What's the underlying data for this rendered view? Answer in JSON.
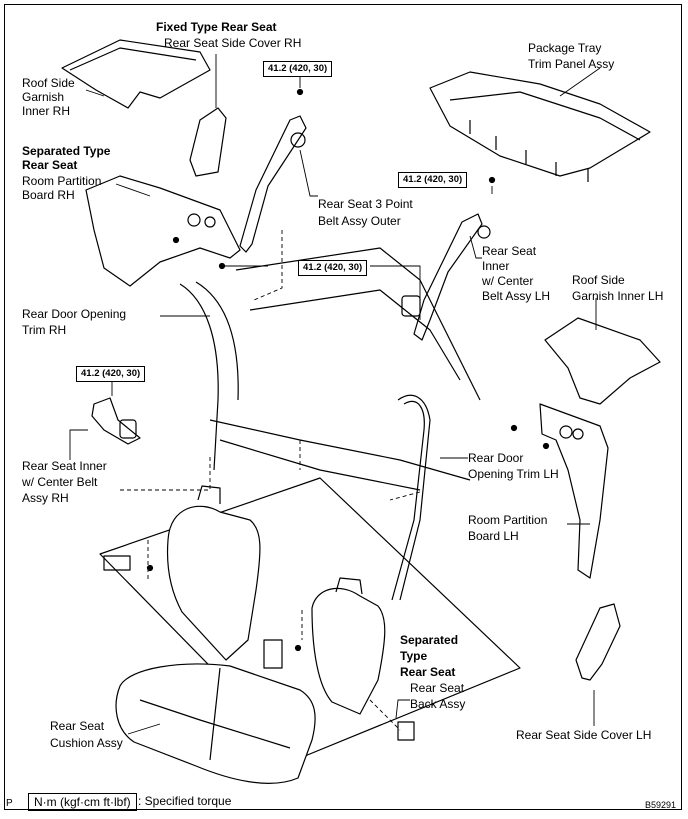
{
  "labels": {
    "roof_side_garnish_inner_rh": [
      "Roof Side",
      "Garnish",
      "Inner RH"
    ],
    "fixed_type_heading": "Fixed Type Rear Seat",
    "rear_seat_side_cover_rh": "Rear Seat Side Cover RH",
    "package_tray": [
      "Package Tray",
      "Trim Panel Assy"
    ],
    "separated_type_heading": [
      "Separated Type",
      "Rear Seat"
    ],
    "room_partition_board_rh": [
      "Room Partition",
      "Board RH"
    ],
    "rear_seat_3point_belt": [
      "Rear Seat 3 Point",
      "Belt Assy Outer"
    ],
    "rear_seat_inner_center_lh": [
      "Rear Seat",
      "Inner",
      "w/ Center",
      "Belt Assy LH"
    ],
    "roof_side_garnish_inner_lh": [
      "Roof Side",
      "Garnish Inner LH"
    ],
    "rear_door_opening_trim_rh": [
      "Rear Door Opening",
      "Trim RH"
    ],
    "rear_seat_inner_center_rh": [
      "Rear Seat Inner",
      "w/ Center Belt",
      "Assy RH"
    ],
    "rear_door_opening_trim_lh": [
      "Rear Door",
      "Opening Trim LH"
    ],
    "room_partition_board_lh": [
      "Room Partition",
      "Board LH"
    ],
    "separated_type_rear_seat_2": [
      "Separated",
      "Type",
      "Rear Seat"
    ],
    "rear_seat_back_assy": [
      "Rear Seat",
      "Back Assy"
    ],
    "rear_seat_side_cover_lh": "Rear Seat Side Cover LH",
    "rear_seat_cushion": [
      "Rear Seat",
      "Cushion Assy"
    ]
  },
  "torques": [
    "41.2 (420, 30)",
    "41.2 (420, 30)",
    "41.2 (420, 30)",
    "41.2 (420, 30)"
  ],
  "legend": {
    "unit": "N·m (kgf·cm ft·lbf)",
    "text": ": Specified torque"
  },
  "corner_mark": "P",
  "doc_id": "B59291"
}
